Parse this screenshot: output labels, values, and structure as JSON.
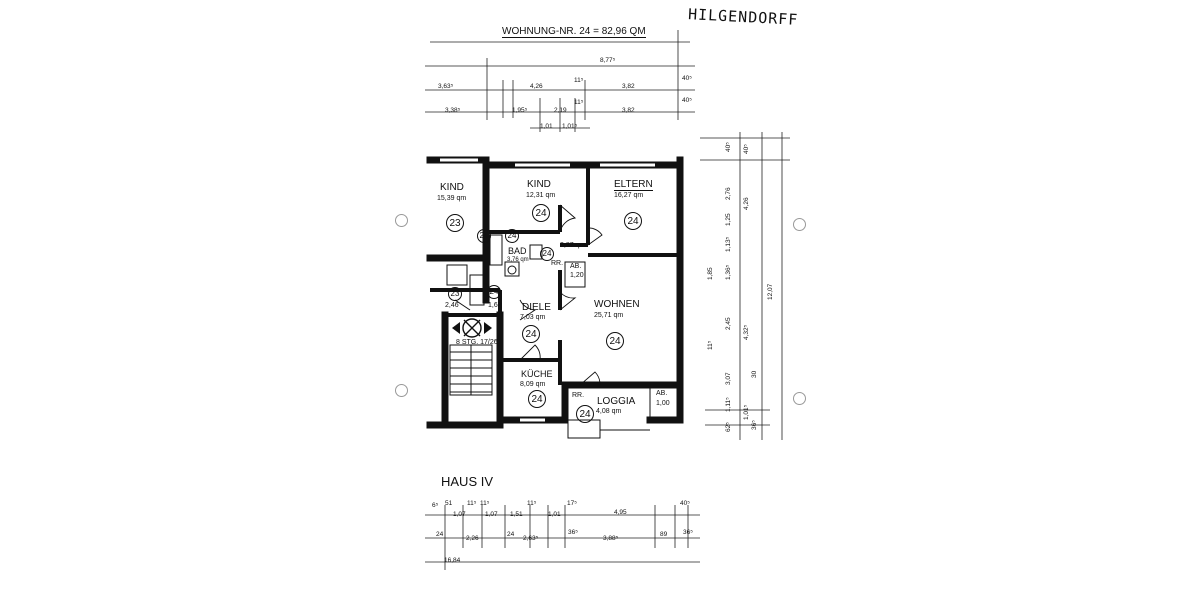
{
  "header": {
    "handwritten_name": "HILGENDORFF",
    "unit_title": "WOHNUNG-NR. 24 = 82,96 QM"
  },
  "building_label": "HAUS IV",
  "stair_label": "8 STG. 17/26",
  "rooms": [
    {
      "name": "KIND",
      "area": "15,39 qm",
      "unit": "23"
    },
    {
      "name": "KIND",
      "area": "12,31 qm",
      "unit": "24"
    },
    {
      "name": "ELTERN",
      "area": "16,27 qm",
      "unit": "24"
    },
    {
      "name": "BAD",
      "area": "3,76 qm",
      "unit": "24"
    },
    {
      "name": "DIELE",
      "area": "7,03 qm",
      "unit": "24"
    },
    {
      "name": "WOHNEN",
      "area": "25,71 qm",
      "unit": "24"
    },
    {
      "name": "KÜCHE",
      "area": "8,09 qm",
      "unit": "24"
    },
    {
      "name": "LOGGIA",
      "area": "4,08 qm",
      "unit": "24"
    }
  ],
  "small_labels": {
    "flur_area": "3,87 qm",
    "ab1": "AB.",
    "ab1_val": "1,20",
    "ab2": "AB.",
    "ab2_val": "1,00",
    "rr1": "RR.",
    "rr2": "RR.",
    "small_unit_a": "24",
    "small_unit_b": "24",
    "small_unit_c": "24",
    "small_unit_d": "23",
    "small_area_a": "1,62",
    "small_area_b": "2,46"
  },
  "top_dimensions": {
    "overall": "8,77⁵",
    "row1": [
      "3,63⁵",
      "4,26",
      "11⁵",
      "3,82",
      "40⁵"
    ],
    "row2": [
      "3,38⁵",
      "1,95⁵",
      "2,19",
      "11⁵",
      "3,82",
      "40⁵"
    ],
    "row3": [
      "1,01",
      "1,01⁵"
    ]
  },
  "right_dimensions": {
    "outer": "12,07",
    "col1": [
      "40⁵",
      "4,26",
      "4,32⁵",
      "1,01⁵"
    ],
    "col2": [
      "40⁵",
      "2,76",
      "1,25",
      "1,13⁵",
      "1,36⁵",
      "2,45",
      "3,07",
      "1,11⁵",
      "62⁵"
    ],
    "col3": [
      "1,85",
      "11⁵",
      "30",
      "36⁵"
    ]
  },
  "bottom_dimensions": {
    "row1": [
      "6⁵",
      "51",
      "1,07",
      "11⁵",
      "1,07",
      "11⁵",
      "1,51",
      "11⁵",
      "1,01",
      "17⁵",
      "4,95",
      "40⁵"
    ],
    "row2": [
      "24",
      "2,26",
      "24",
      "2,63⁵",
      "36⁵",
      "3,88⁵",
      "89",
      "36⁵"
    ],
    "overall": "16,84"
  }
}
